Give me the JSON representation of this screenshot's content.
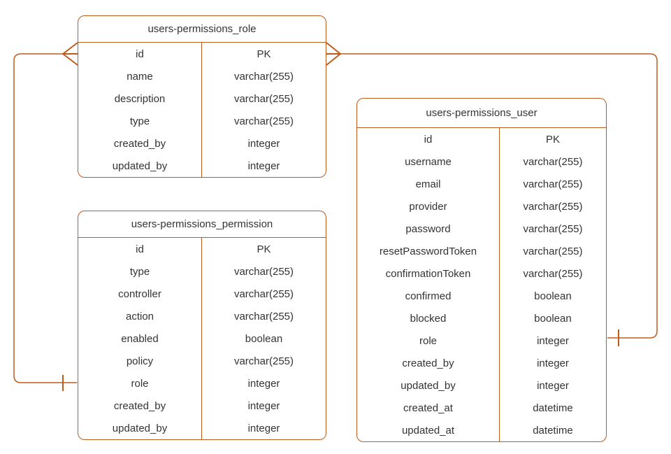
{
  "diagram": {
    "type": "entity-relationship",
    "tables": [
      {
        "name": "users-permissions_role",
        "fields": [
          {
            "name": "id",
            "type": "PK"
          },
          {
            "name": "name",
            "type": "varchar(255)"
          },
          {
            "name": "description",
            "type": "varchar(255)"
          },
          {
            "name": "type",
            "type": "varchar(255)"
          },
          {
            "name": "created_by",
            "type": "integer"
          },
          {
            "name": "updated_by",
            "type": "integer"
          }
        ]
      },
      {
        "name": "users-permissions_permission",
        "fields": [
          {
            "name": "id",
            "type": "PK"
          },
          {
            "name": "type",
            "type": "varchar(255)"
          },
          {
            "name": "controller",
            "type": "varchar(255)"
          },
          {
            "name": "action",
            "type": "varchar(255)"
          },
          {
            "name": "enabled",
            "type": "boolean"
          },
          {
            "name": "policy",
            "type": "varchar(255)"
          },
          {
            "name": "role",
            "type": "integer"
          },
          {
            "name": "created_by",
            "type": "integer"
          },
          {
            "name": "updated_by",
            "type": "integer"
          }
        ]
      },
      {
        "name": "users-permissions_user",
        "fields": [
          {
            "name": "id",
            "type": "PK"
          },
          {
            "name": "username",
            "type": "varchar(255)"
          },
          {
            "name": "email",
            "type": "varchar(255)"
          },
          {
            "name": "provider",
            "type": "varchar(255)"
          },
          {
            "name": "password",
            "type": "varchar(255)"
          },
          {
            "name": "resetPasswordToken",
            "type": "varchar(255)"
          },
          {
            "name": "confirmationToken",
            "type": "varchar(255)"
          },
          {
            "name": "confirmed",
            "type": "boolean"
          },
          {
            "name": "blocked",
            "type": "boolean"
          },
          {
            "name": "role",
            "type": "integer"
          },
          {
            "name": "created_by",
            "type": "integer"
          },
          {
            "name": "updated_by",
            "type": "integer"
          },
          {
            "name": "created_at",
            "type": "datetime"
          },
          {
            "name": "updated_at",
            "type": "datetime"
          }
        ]
      }
    ],
    "relationships": [
      {
        "from": "users-permissions_role.id",
        "to": "users-permissions_permission.role",
        "from_cardinality": "many",
        "to_cardinality": "one"
      },
      {
        "from": "users-permissions_role.id",
        "to": "users-permissions_user.role",
        "from_cardinality": "many",
        "to_cardinality": "one"
      }
    ],
    "colors": {
      "stroke": "#c05a1b",
      "text": "#333333",
      "background": "#ffffff"
    }
  }
}
